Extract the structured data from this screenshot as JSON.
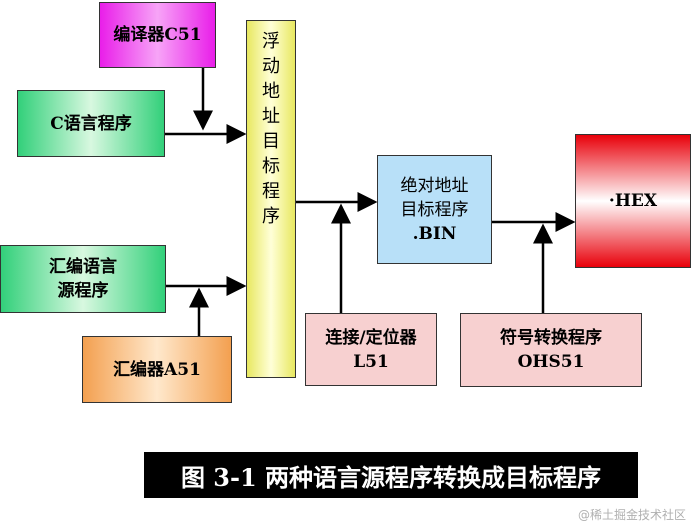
{
  "boxes": {
    "compiler": "编译器C51",
    "c_program": "C语言程序",
    "floating_target": "浮动地址目标程序",
    "assembly_program_line1": "汇编语言",
    "assembly_program_line2": "源程序",
    "assembler": "汇编器A51",
    "absolute_target_line1": "绝对地址",
    "absolute_target_line2": "目标程序",
    "absolute_target_line3": ".BIN",
    "linker_line1": "连接/定位器",
    "linker_line2": "L51",
    "ohs_line1": "符号转换程序",
    "ohs_line2": "OHS51",
    "hex": "·HEX"
  },
  "caption": "图 3-1 两种语言源程序转换成目标程序",
  "watermark": "@稀土掘金技术社区",
  "colors": {
    "compiler": "#e91ee9",
    "source": "#32d07a",
    "floating": "#e8e860",
    "assembler": "#f3a050",
    "absolute": "#b8e0f8",
    "tools": "#f7d0d0",
    "hex": "#e8000a"
  }
}
